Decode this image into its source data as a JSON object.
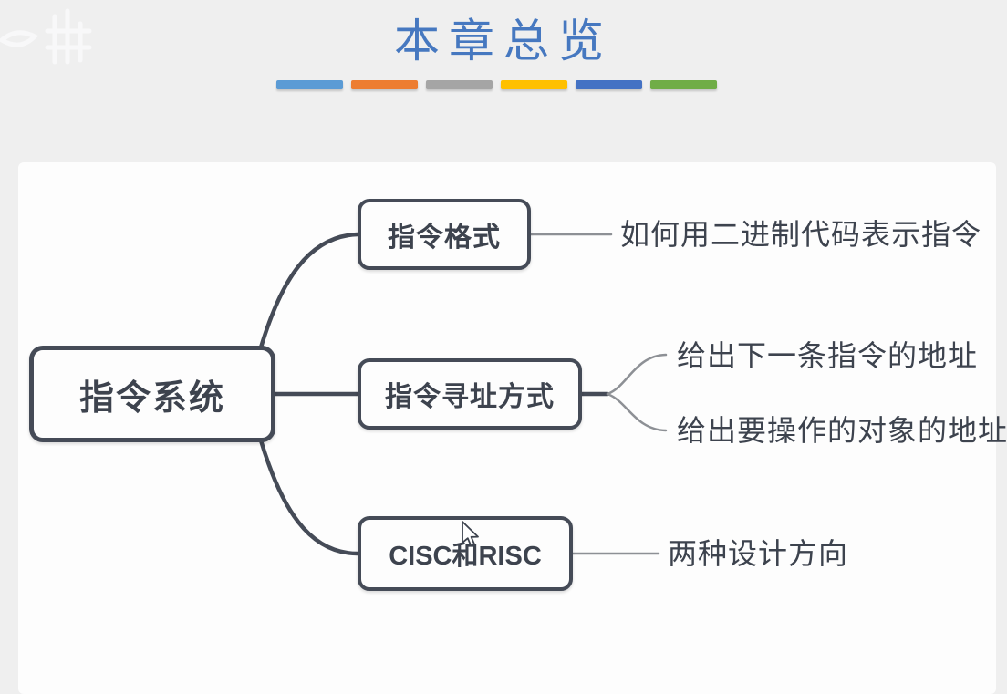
{
  "page": {
    "title": "本章总览"
  },
  "colors": {
    "title": "#4678c0",
    "ink": "#454b57",
    "text": "#3d434e",
    "line": "#8d9095",
    "pageBg": "#efefef",
    "cardBg": "#fdfdfd"
  },
  "accent_dashes": [
    "#5b9bd5",
    "#ed7d31",
    "#a5a5a5",
    "#ffc000",
    "#4472c4",
    "#70ad47"
  ],
  "mindmap": {
    "root": "指令系统",
    "branches": [
      {
        "node": "指令格式",
        "leaves": [
          "如何用二进制代码表示指令"
        ]
      },
      {
        "node": "指令寻址方式",
        "leaves": [
          "给出下一条指令的地址",
          "给出要操作的对象的地址"
        ]
      },
      {
        "node": "CISC和RISC",
        "leaves": [
          "两种设计方向"
        ]
      }
    ]
  },
  "icons": {
    "cursor": "arrow-pointer",
    "watermark": "faint-uploader-logo"
  }
}
